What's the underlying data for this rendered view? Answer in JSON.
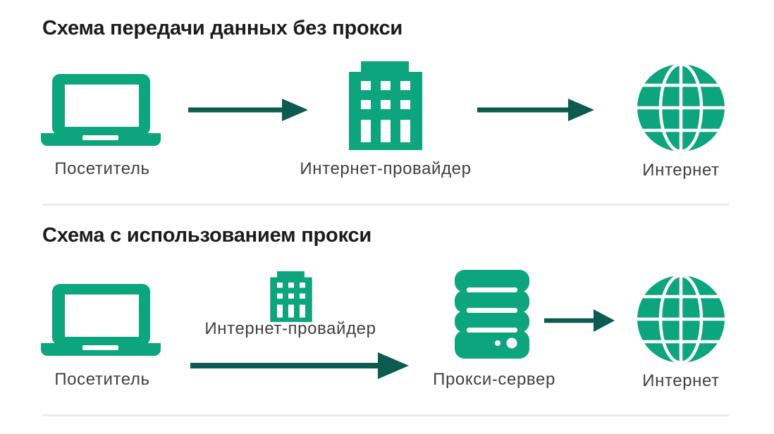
{
  "colors": {
    "icon_green": "#0ca57e",
    "arrow_teal": "#0c5a50",
    "title_text": "#1b1b1b",
    "label_text": "#3f3f3f",
    "divider": "#ececec",
    "background": "#ffffff"
  },
  "sections": [
    {
      "title": "Схема передачи данных без прокси",
      "nodes": [
        {
          "icon": "laptop",
          "label": "Посетитель"
        },
        {
          "icon": "building",
          "label": "Интернет-провайдер"
        },
        {
          "icon": "globe",
          "label": "Интернет"
        }
      ],
      "connections": [
        {
          "from": "Посетитель",
          "to": "Интернет-провайдер"
        },
        {
          "from": "Интернет-провайдер",
          "to": "Интернет"
        }
      ]
    },
    {
      "title": "Схема с использованием прокси",
      "nodes": [
        {
          "icon": "laptop",
          "label": "Посетитель"
        },
        {
          "icon": "building",
          "label": "Интернет-провайдер"
        },
        {
          "icon": "server",
          "label": "Прокси-сервер"
        },
        {
          "icon": "globe",
          "label": "Интернет"
        }
      ],
      "connections": [
        {
          "from": "Посетитель",
          "to": "Прокси-сервер"
        },
        {
          "from": "Прокси-сервер",
          "to": "Интернет"
        }
      ]
    }
  ]
}
